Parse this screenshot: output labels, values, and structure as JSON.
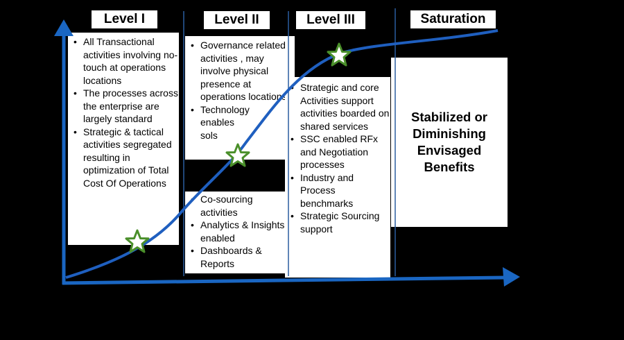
{
  "levels": [
    {
      "title": "Level I"
    },
    {
      "title": "Level II"
    },
    {
      "title": "Level III"
    },
    {
      "title": "Saturation"
    }
  ],
  "level1_bullets": [
    "All Transactional activities involving no-touch at operations locations",
    "The processes across the enterprise are largely standard",
    "Strategic & tactical activities segregated resulting in optimization of Total Cost Of Operations"
  ],
  "level2_bullets_top": [
    "Governance related activities , may involve physical presence at operations locations",
    "Technology enables sols"
  ],
  "level2_bullets_bottom": [
    "Co-sourcing activities",
    "Analytics & Insights enabled",
    "Dashboards & Reports"
  ],
  "level3_bullets": [
    "Strategic and core Activities support activities boarded on shared services",
    "SSC enabled RFx and Negotiation processes",
    "Industry and Process benchmarks",
    "Strategic Sourcing support"
  ],
  "saturation_text": "Stabilized or Diminishing Envisaged Benefits",
  "colors": {
    "background": "#000000",
    "curve": "#1f5fbf",
    "axis": "#1a66c2",
    "divider": "#2a5d9f",
    "star_fill": "#ffffff",
    "star_stroke": "#4a8f2a"
  },
  "icons": [
    "star-icon",
    "star-icon",
    "star-icon"
  ]
}
